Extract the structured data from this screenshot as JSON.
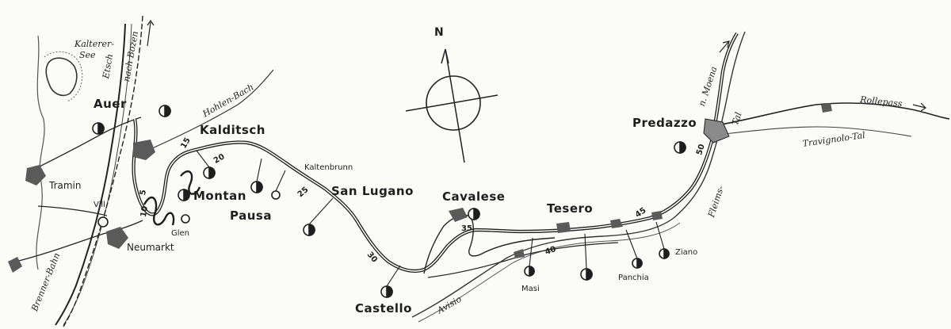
{
  "places": {
    "auer": "Auer",
    "kalditsch": "Kalditsch",
    "tramin": "Tramin",
    "montan": "Montan",
    "pausa": "Pausa",
    "vill": "Vill",
    "glen": "Glen",
    "neumarkt": "Neumarkt",
    "kaltenbrunn": "Kaltenbrunn",
    "san_lugano": "San Lugano",
    "cavalese": "Cavalese",
    "castello": "Castello",
    "tesero": "Tesero",
    "masi": "Masi",
    "panchia": "Panchia",
    "ziano": "Ziano",
    "predazzo": "Predazzo"
  },
  "waters": {
    "kalterer": "Kalterer-",
    "see": "See",
    "etsch": "Etsch",
    "hohlen_bach": "Hohlen-Bach",
    "avisio": "Avisio",
    "fleims_tal": "Fleims-",
    "tal": "Tal",
    "travignolo_tal": "Travignolo-Tal"
  },
  "routes": {
    "nach_bozen": "nach Bozen",
    "brenner_bahn": "Brenner-Bahn",
    "n_moena": "n. Moena",
    "rollepass": "Rollepass"
  },
  "km_markers": [
    "5",
    "10",
    "15",
    "20",
    "25",
    "30",
    "35",
    "40",
    "45",
    "50"
  ],
  "compass": {
    "north": "N"
  },
  "colors": {
    "ink": "#1e1e1e",
    "paper": "#fbfbf8",
    "settlement": "#5a5a5a"
  }
}
